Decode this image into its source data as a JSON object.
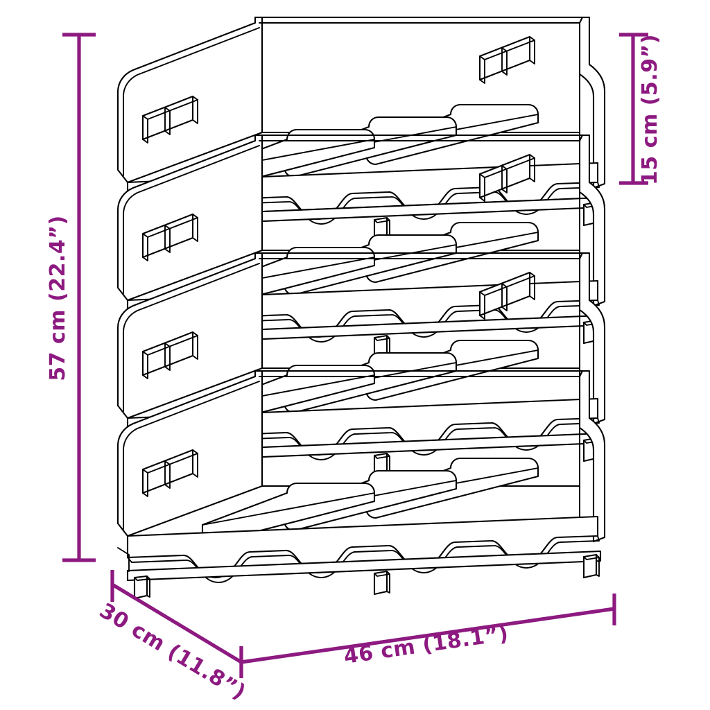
{
  "drawing": {
    "title": "Stackable wine rack dimension drawing",
    "product": "4-tier stackable wooden wine rack",
    "line_color": "#000000",
    "dimension_color": "#8d1a80",
    "background_color": "#ffffff",
    "tiers": 4,
    "bottle_slots_per_tier": 4,
    "dividers_per_tier": 3
  },
  "dimensions": {
    "height": {
      "label": "57 cm (22.4”)",
      "value_cm": 57,
      "value_in": 22.4,
      "orientation": "vertical",
      "position": "left"
    },
    "tier_height": {
      "label": "15 cm (5.9”)",
      "value_cm": 15,
      "value_in": 5.9,
      "orientation": "vertical",
      "position": "right"
    },
    "width": {
      "label": "46 cm (18.1”)",
      "value_cm": 46,
      "value_in": 18.1,
      "orientation": "horizontal",
      "position": "bottom"
    },
    "depth": {
      "label": "30 cm (11.8”)",
      "value_cm": 30,
      "value_in": 11.8,
      "orientation": "diagonal",
      "position": "bottom-left"
    }
  }
}
